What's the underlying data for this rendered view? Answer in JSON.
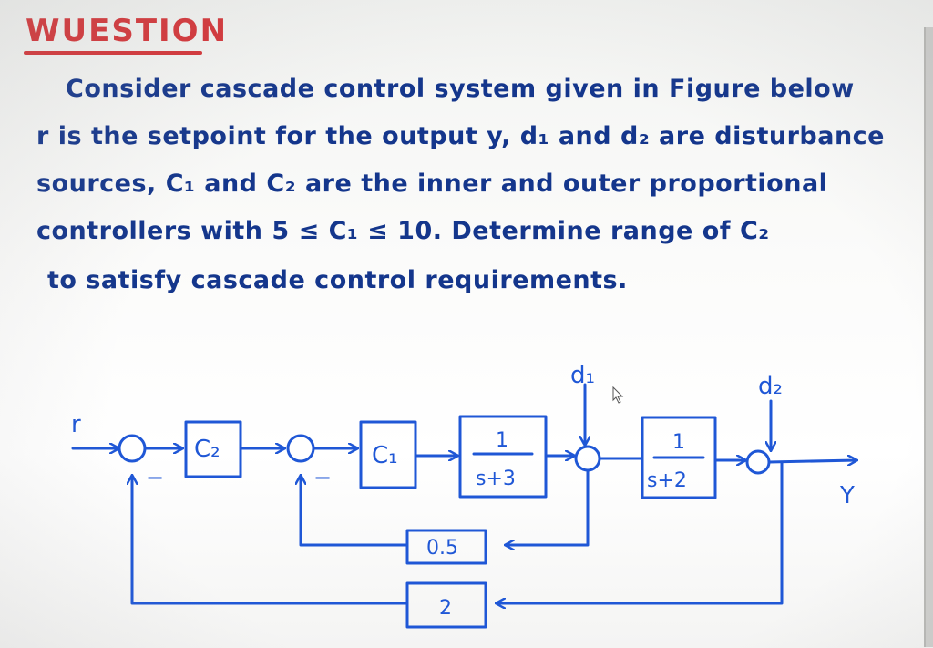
{
  "heading": "WUESTION",
  "question": {
    "lines": [
      "Consider cascade control system given in Figure below",
      "r is the setpoint for the output y, d₁ and d₂ are disturbance",
      "sources, C₁ and C₂ are the inner and outer proportional",
      "controllers with  5 ≤ C₁ ≤ 10. Determine range of C₂",
      "to satisfy cascade control requirements."
    ]
  },
  "diagram": {
    "input_label": "r",
    "output_label": "Y",
    "outer_sum_sign": "−",
    "inner_sum_sign": "−",
    "blocks": {
      "c2": "C₂",
      "c1": "C₁",
      "g1_num": "1",
      "g1_den": "s+3",
      "g2_num": "1",
      "g2_den": "s+2",
      "inner_feedback": "0.5",
      "outer_feedback": "2"
    },
    "disturbances": {
      "d1": "d₁",
      "d2": "d₂"
    }
  },
  "colors": {
    "heading": "#d63438",
    "question_text": "#14368c",
    "diagram": "#1f57d6"
  }
}
